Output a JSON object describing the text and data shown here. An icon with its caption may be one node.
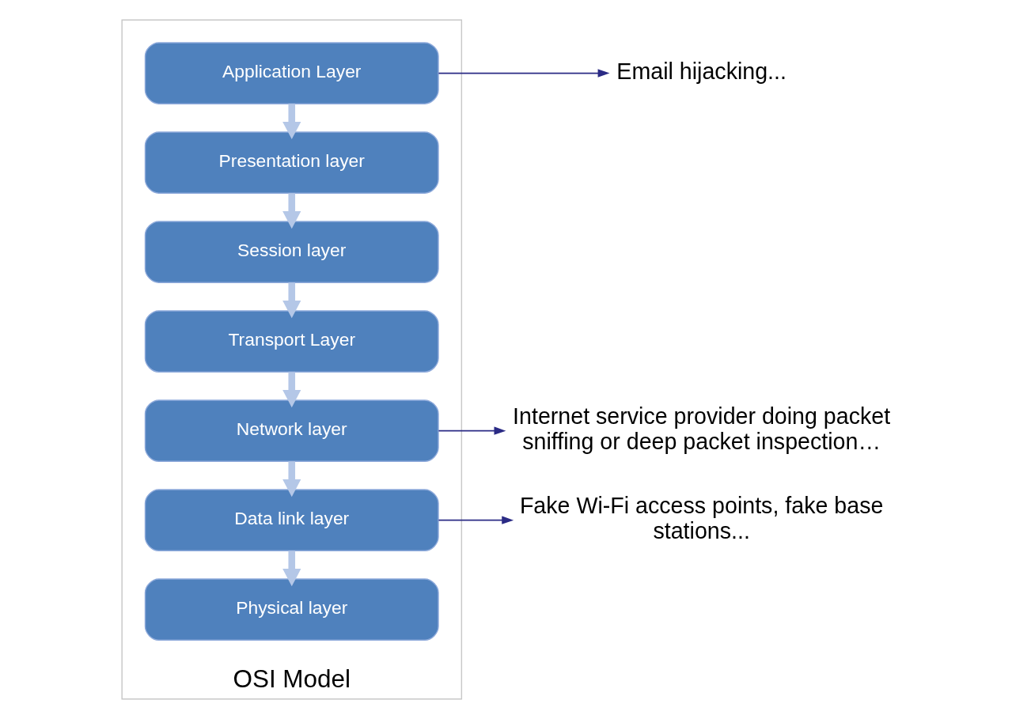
{
  "diagram": {
    "nodes": [
      {
        "text": [
          "OSI Model"
        ]
      },
      {
        "text": [
          "Application Layer"
        ],
        "in": 0
      },
      {
        "text": [
          "Presentation layer"
        ],
        "in": 0
      },
      {
        "text": [
          "Session layer"
        ],
        "in": 0
      },
      {
        "text": [
          "Transport Layer"
        ],
        "in": 0
      },
      {
        "text": [
          "Network layer"
        ],
        "in": 0
      },
      {
        "text": [
          "Data link layer"
        ],
        "in": 0
      },
      {
        "text": [
          "Physical layer"
        ],
        "in": 0
      },
      {
        "text": [
          "Email hijacking..."
        ]
      },
      {
        "text": [
          "Internet service provider doing packet sniffing or deep packet inspection…"
        ]
      },
      {
        "text": [
          "Fake Wi-Fi access points, fake base stations..."
        ]
      }
    ],
    "edges": [
      {
        "from": 1,
        "to": 2,
        "arrow": "to"
      },
      {
        "from": 2,
        "to": 3,
        "arrow": "to"
      },
      {
        "from": 3,
        "to": 4,
        "arrow": "to"
      },
      {
        "from": 4,
        "to": 5,
        "arrow": "to"
      },
      {
        "from": 5,
        "to": 6,
        "arrow": "to"
      },
      {
        "from": 6,
        "to": 7,
        "arrow": "to"
      },
      {
        "from": 1,
        "to": 8,
        "arrow": "to",
        "color": "#2b2b85"
      },
      {
        "from": 5,
        "to": 9,
        "arrow": "to",
        "color": "#2b2b85"
      },
      {
        "from": 6,
        "to": 10,
        "arrow": "to",
        "color": "#2b2b85"
      }
    ]
  }
}
